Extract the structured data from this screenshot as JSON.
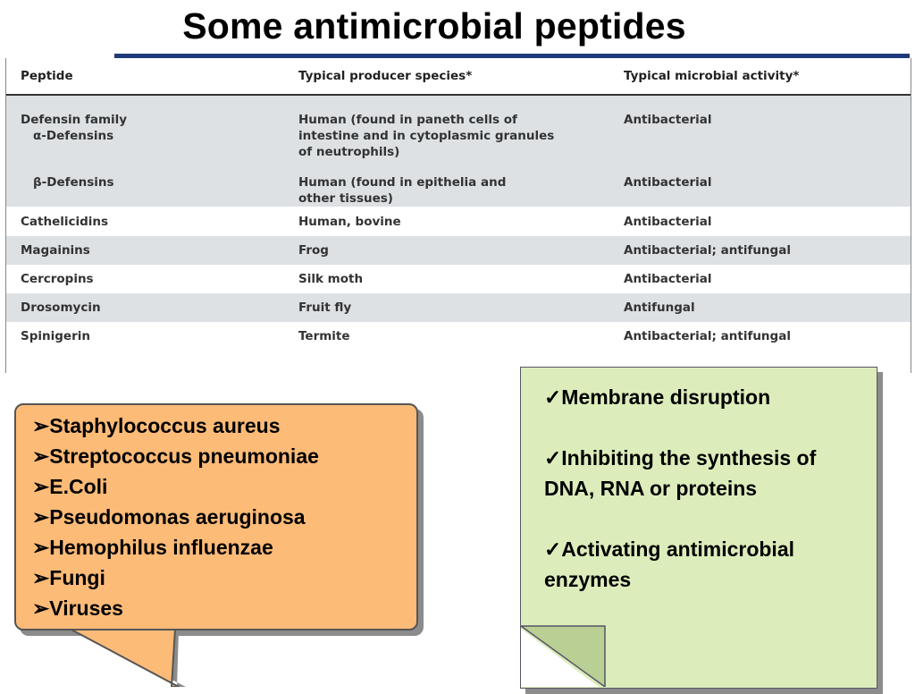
{
  "slide": {
    "title": "Some antimicrobial peptides"
  },
  "table": {
    "headers": [
      "Peptide",
      "Typical producer species*",
      "Typical microbial activity*"
    ],
    "rows": [
      {
        "peptide": "Defensin family",
        "producer": "",
        "activity": ""
      },
      {
        "peptide": "α-Defensins",
        "producer": "Human (found in paneth cells of intestine and in cytoplasmic granules of neutrophils)",
        "activity": "Antibacterial"
      },
      {
        "peptide": "β-Defensins",
        "producer": "Human (found in epithelia and other tissues)",
        "activity": "Antibacterial"
      },
      {
        "peptide": "Cathelicidins",
        "producer": "Human, bovine",
        "activity": "Antibacterial"
      },
      {
        "peptide": "Magainins",
        "producer": "Frog",
        "activity": "Antibacterial; antifungal"
      },
      {
        "peptide": "Cercropins",
        "producer": "Silk moth",
        "activity": "Antibacterial"
      },
      {
        "peptide": "Drosomycin",
        "producer": "Fruit fly",
        "activity": "Antifungal"
      },
      {
        "peptide": "Spinigerin",
        "producer": "Termite",
        "activity": "Antibacterial; antifungal"
      }
    ]
  },
  "targets": {
    "items": [
      "Staphylococcus aureus",
      "Streptococcus pneumoniae",
      "E.Coli",
      "Pseudomonas aeruginosa",
      "Hemophilus influenzae",
      "Fungi",
      "Viruses"
    ],
    "bullet": "➢"
  },
  "mechanisms": {
    "check": "✓",
    "items": [
      "Membrane disruption",
      "Inhibiting the synthesis of DNA, RNA or proteins",
      "Activating antimicrobial enzymes"
    ]
  },
  "colors": {
    "orange_box": "#fdbb78",
    "green_note": "#dcedbb",
    "table_shade": "#dde1e4",
    "title_bar": "#1f3a7a"
  }
}
